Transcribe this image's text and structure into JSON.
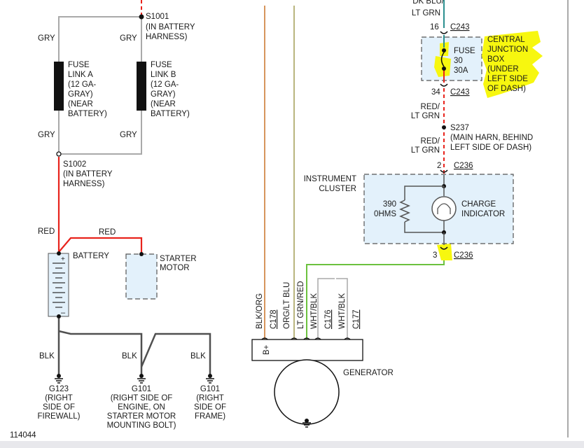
{
  "splices": {
    "s1001": {
      "id": "S1001",
      "line1": "(IN BATTERY",
      "line2": "HARNESS)"
    },
    "s1002": {
      "id": "S1002",
      "line1": "(IN BATTERY",
      "line2": "HARNESS)"
    },
    "s237": {
      "id": "S237",
      "line1": "(MAIN HARN, BEHIND",
      "line2": "LEFT SIDE OF DASH)"
    }
  },
  "wire_labels": {
    "gry": "GRY",
    "red": "RED",
    "blk": "BLK",
    "red_ltgrn_1": "RED/",
    "red_ltgrn_2": "LT GRN",
    "top_partial_1": "DK BLU/",
    "top_partial_2": "LT GRN"
  },
  "fuse_links": {
    "a": {
      "lines": [
        "FUSE",
        "LINK A",
        "(12 GA-",
        "GRAY)",
        "(NEAR",
        "BATTERY)"
      ]
    },
    "b": {
      "lines": [
        "FUSE",
        "LINK B",
        "(12 GA-",
        "GRAY)",
        "(NEAR",
        "BATTERY)"
      ]
    }
  },
  "components": {
    "battery": "BATTERY",
    "starter_1": "STARTER",
    "starter_2": "MOTOR",
    "generator": "GENERATOR",
    "cluster_1": "INSTRUMENT",
    "cluster_2": "CLUSTER",
    "resistor_1": "390",
    "resistor_2": "0HMS",
    "indicator_1": "CHARGE",
    "indicator_2": "INDICATOR",
    "fuse_1": "FUSE",
    "fuse_2": "30",
    "fuse_3": "30A",
    "cjb": [
      "CENTRAL",
      "JUNCTION",
      "BOX",
      "(UNDER",
      "LEFT SIDE",
      "OF DASH)"
    ],
    "b_plus": "B+"
  },
  "connectors": {
    "c243": "C243",
    "c236": "C236",
    "c178": "C178",
    "c176": "C176",
    "c177": "C177",
    "pin16": "16",
    "pin34": "34",
    "pin2": "2",
    "pin3": "3"
  },
  "generator_wires": {
    "w1": "BLK/ORG",
    "w2": "ORG/LT BLU",
    "w3": "LT GRN/RED",
    "w4": "WHT/BLK",
    "w5": "WHT/BLK"
  },
  "grounds": {
    "g123": {
      "id": "G123",
      "lines": [
        "(RIGHT",
        "SIDE OF",
        "FIREWALL)"
      ]
    },
    "g101a": {
      "id": "G101",
      "lines": [
        "(RIGHT SIDE OF",
        "ENGINE, ON",
        "STARTER MOTOR",
        "MOUNTING BOLT)"
      ]
    },
    "g101b": {
      "id": "G101",
      "lines": [
        "(RIGHT",
        "SIDE OF",
        "FRAME)"
      ]
    }
  },
  "diagram_id": "114044",
  "colors": {
    "gray_wire": "#a9a9a9",
    "red_wire": "#e8231c",
    "dark_wire": "#505050",
    "orange_wire": "#d7955c",
    "olive_wire": "#b9b57e",
    "green_wire": "#6cc13e",
    "teal_wire": "#2b8f8f",
    "box_fill": "#e3f1fb",
    "highlight": "#f7f70f"
  }
}
